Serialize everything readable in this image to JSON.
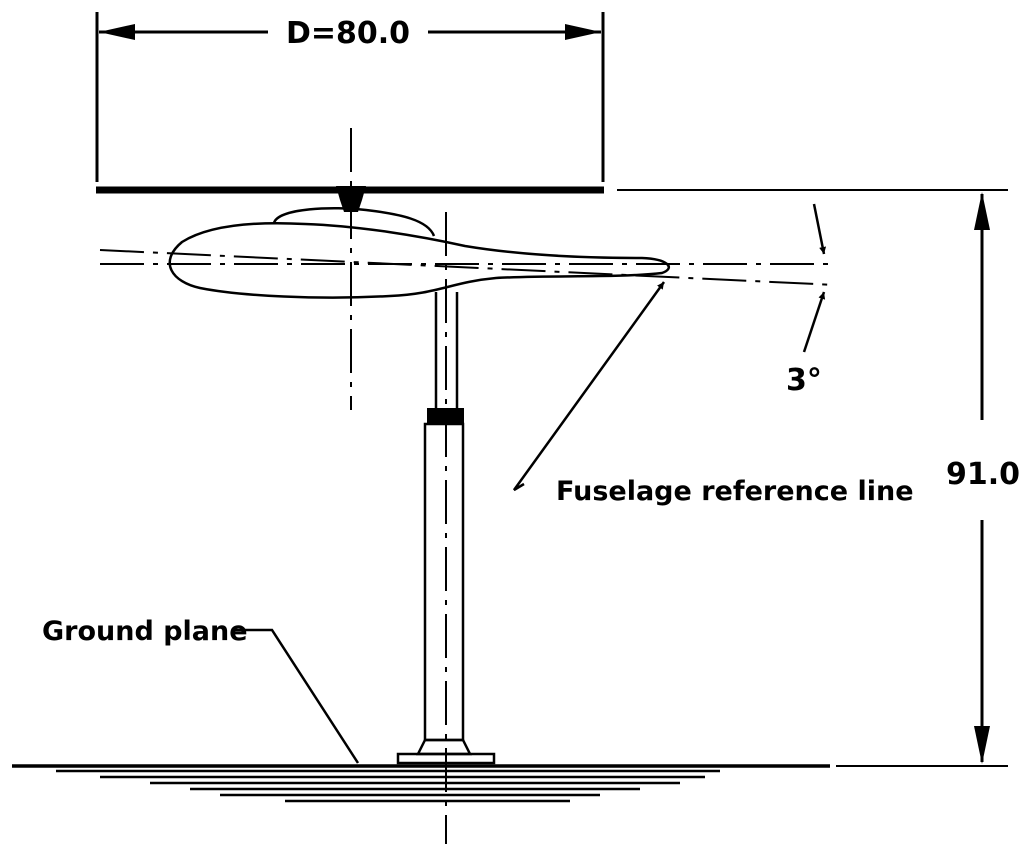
{
  "labels": {
    "diameter": "D=80.0",
    "height": "91.0",
    "angle": "3°",
    "fuselage_reference_line": "Fuselage reference line",
    "ground_plane": "Ground plane"
  },
  "colors": {
    "ink": "#000000",
    "background": "#ffffff"
  }
}
